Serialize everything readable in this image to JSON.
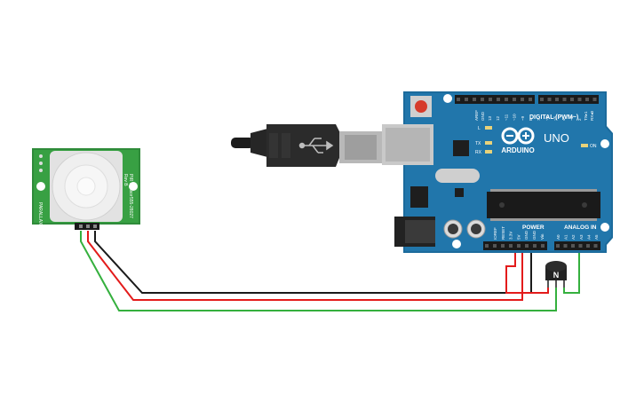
{
  "arduino": {
    "brand": "ARDUINO",
    "model": "UNO",
    "digital_header": "DIGITAL (PWM~)",
    "power_header": "POWER",
    "analog_header": "ANALOG IN",
    "on_label": "ON",
    "l_label": "L",
    "tx_label": "TX",
    "rx_label": "RX",
    "aref_label": "AREF",
    "gnd_label": "GND",
    "tx_pin_label": "TX▸1",
    "rx_pin_label": "RX◂0",
    "digital_pins": [
      "13",
      "12",
      "~11",
      "~10",
      "~9",
      "8",
      "7",
      "~6",
      "~5",
      "4",
      "~3",
      "2"
    ],
    "power_pins": [
      "IOREF",
      "RESET",
      "3.3V",
      "5V",
      "GND",
      "GND",
      "Vin"
    ],
    "analog_pins": [
      "A0",
      "A1",
      "A2",
      "A3",
      "A4",
      "A5"
    ]
  },
  "pir_sensor": {
    "label_top_1": "PIR Sensor",
    "label_top_2": "Rev B",
    "label_part": "555-28027",
    "label_brand": "PARALLAX"
  },
  "transistor": {
    "label": "N"
  },
  "wires": {
    "colors": {
      "black": "#1a1a1a",
      "red": "#e31b1b",
      "green": "#35b03e"
    }
  }
}
